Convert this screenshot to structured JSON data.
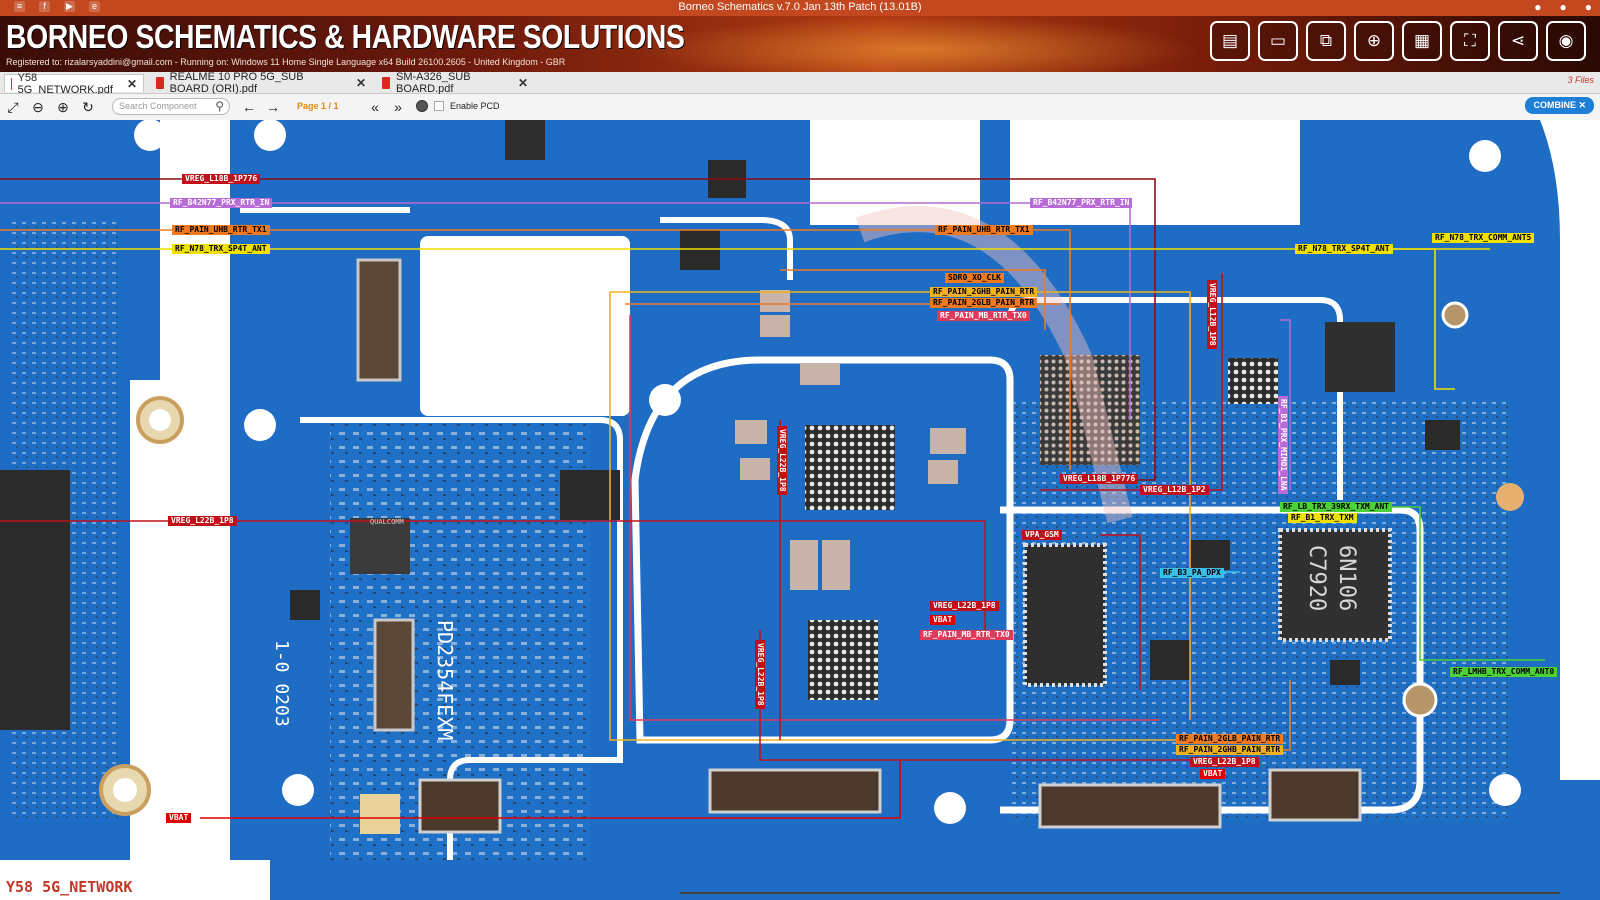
{
  "window": {
    "title": "Borneo Schematics v.7.0 Jan 13th Patch (13.01B)",
    "left_icons": [
      "menu-icon",
      "facebook-icon",
      "youtube-icon",
      "web-icon"
    ],
    "controls": [
      "minimize",
      "maximize",
      "close"
    ]
  },
  "banner": {
    "brand": "BORNEO SCHEMATICS & HARDWARE SOLUTIONS",
    "registration": "Registered to: rizalarsyaddini@gmail.com - Running on: Windows 11 Home Single Language x64 Build 26100.2605 - United Kingdom - GBR",
    "icons": [
      "book-icon",
      "monitor-icon",
      "devices-icon",
      "search-zoom-icon",
      "calendar-icon",
      "screenshot-icon",
      "share-icon",
      "account-icon"
    ]
  },
  "tabs": [
    {
      "label": "Y58 5G_NETWORK.pdf",
      "active": true
    },
    {
      "label": "REALME 10 PRO 5G_SUB BOARD (ORI).pdf",
      "active": false
    },
    {
      "label": "SM-A326_SUB BOARD.pdf",
      "active": false
    }
  ],
  "files_count": "3 Files",
  "toolbar": {
    "search_placeholder": "Search Component",
    "page_info": "Page 1 / 1",
    "enable_pcd": "Enable PCD",
    "combine": "COMBINE"
  },
  "nets": [
    {
      "name": "VREG_L18B_1P776",
      "color": "#c0111b",
      "text": "#ffffff"
    },
    {
      "name": "RF_B42N77_PRX_RTR_IN",
      "color": "#b86bd6",
      "text": "#ffffff"
    },
    {
      "name": "RF_PAIN_UHB_RTR_TX1",
      "color": "#f07a20",
      "text": "#000000"
    },
    {
      "name": "RF_N78_TRX_SP4T_ANT",
      "color": "#f0e000",
      "text": "#000000"
    },
    {
      "name": "RF_B42N77_PRX_RTR_IN",
      "color": "#b86bd6",
      "text": "#ffffff"
    },
    {
      "name": "RF_PAIN_UHB_RTR_TX1",
      "color": "#f07a20",
      "text": "#000000"
    },
    {
      "name": "SDR0_XO_CLK",
      "color": "#f07a20",
      "text": "#000000"
    },
    {
      "name": "RF_PAIN_2GHB_PAIN_RTR",
      "color": "#f0b020",
      "text": "#000000"
    },
    {
      "name": "RF_PAIN_2GLB_PAIN_RTR",
      "color": "#f07a20",
      "text": "#000000"
    },
    {
      "name": "RF_PAIN_MB_RTR_TX0",
      "color": "#e03a5a",
      "text": "#ffffff"
    },
    {
      "name": "RF_N78_TRX_SP4T_ANT",
      "color": "#f0e000",
      "text": "#000000"
    },
    {
      "name": "RF_N78_TRX_COMM_ANT5",
      "color": "#f0e000",
      "text": "#000000"
    },
    {
      "name": "VREG_L12B_1P8",
      "color": "#c0111b",
      "text": "#ffffff"
    },
    {
      "name": "VREG_L22B_1P8",
      "color": "#c0111b",
      "text": "#ffffff"
    },
    {
      "name": "VREG_L18B_1P776",
      "color": "#c0111b",
      "text": "#ffffff"
    },
    {
      "name": "VREG_L12B_1P2",
      "color": "#c0111b",
      "text": "#ffffff"
    },
    {
      "name": "RF_B1_PRX_MIMO1_LNA",
      "color": "#b86bd6",
      "text": "#ffffff"
    },
    {
      "name": "VREG_L22B_1P8",
      "color": "#c0111b",
      "text": "#ffffff"
    },
    {
      "name": "RF_LB_TRX_39RX_TXM_ANT",
      "color": "#4cd137",
      "text": "#000000"
    },
    {
      "name": "RF_B1_TRX_TXM",
      "color": "#f0e000",
      "text": "#000000"
    },
    {
      "name": "VPA_GSM",
      "color": "#c0111b",
      "text": "#ffffff"
    },
    {
      "name": "RF_B3_PA_DPX",
      "color": "#3ac0e8",
      "text": "#000000"
    },
    {
      "name": "VREG_L22B_1P8",
      "color": "#c0111b",
      "text": "#ffffff"
    },
    {
      "name": "VBAT",
      "color": "#e00000",
      "text": "#ffffff"
    },
    {
      "name": "RF_PAIN_MB_RTR_TX0",
      "color": "#e03a5a",
      "text": "#ffffff"
    },
    {
      "name": "VREG_L22B_1P8",
      "color": "#c0111b",
      "text": "#ffffff"
    },
    {
      "name": "RF_LMHB_TRX_COMM_ANT0",
      "color": "#4cd137",
      "text": "#000000"
    },
    {
      "name": "RF_PAIN_2GLB_PAIN_RTR",
      "color": "#f07a20",
      "text": "#000000"
    },
    {
      "name": "RF_PAIN_2GHB_PAIN_RTR",
      "color": "#f0b020",
      "text": "#000000"
    },
    {
      "name": "VREG_L22B_1P8",
      "color": "#c0111b",
      "text": "#ffffff"
    },
    {
      "name": "VBAT",
      "color": "#e00000",
      "text": "#ffffff"
    },
    {
      "name": "VBAT",
      "color": "#e00000",
      "text": "#ffffff"
    }
  ],
  "board_text": {
    "qualcomm": "QUALCOMM",
    "model": "PD2354FEXM",
    "date": "1-0 0203",
    "ic1": "C7920",
    "ic2": "6N106"
  },
  "document_name": "Y58 5G_NETWORK"
}
